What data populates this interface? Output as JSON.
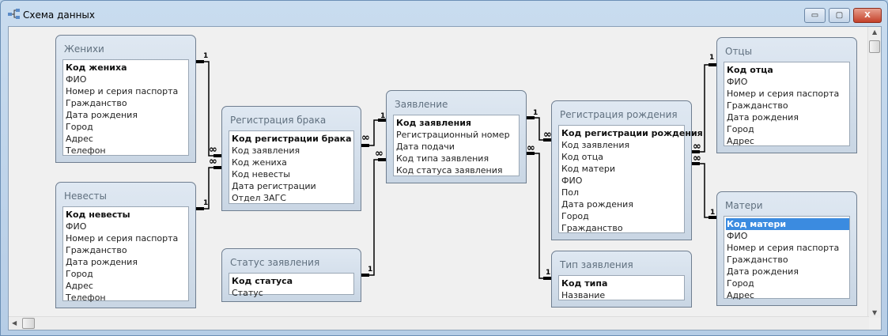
{
  "window": {
    "title": "Схема данных",
    "minimize": "▭",
    "maximize": "▢",
    "close": "X"
  },
  "tables": [
    {
      "id": "zhenikhi",
      "name": "Женихи",
      "fields": [
        "Код жениха",
        "ФИО",
        "Номер и серия паспорта",
        "Гражданство",
        "Дата рождения",
        "Город",
        "Адрес",
        "Телефон"
      ]
    },
    {
      "id": "nevesty",
      "name": "Невесты",
      "fields": [
        "Код невесты",
        "ФИО",
        "Номер и серия паспорта",
        "Гражданство",
        "Дата рождения",
        "Город",
        "Адрес",
        "Телефон"
      ]
    },
    {
      "id": "reg-braka",
      "name": "Регистрация брака",
      "fields": [
        "Код регистрации брака",
        "Код заявления",
        "Код жениха",
        "Код невесты",
        "Дата регистрации",
        "Отдел ЗАГС"
      ]
    },
    {
      "id": "status",
      "name": "Статус заявления",
      "fields": [
        "Код статуса",
        "Статус"
      ]
    },
    {
      "id": "zayavlenie",
      "name": "Заявление",
      "fields": [
        "Код заявления",
        "Регистрационный номер",
        "Дата подачи",
        "Код типа заявления",
        "Код статуса заявления"
      ]
    },
    {
      "id": "reg-rozhd",
      "name": "Регистрация рождения",
      "fields": [
        "Код регистрации рождения",
        "Код заявления",
        "Код отца",
        "Код матери",
        "ФИО",
        "Пол",
        "Дата рождения",
        "Город",
        "Гражданство"
      ]
    },
    {
      "id": "tip",
      "name": "Тип заявления",
      "fields": [
        "Код типа",
        "Название"
      ]
    },
    {
      "id": "ottsy",
      "name": "Отцы",
      "fields": [
        "Код отца",
        "ФИО",
        "Номер и серия паспорта",
        "Гражданство",
        "Дата рождения",
        "Город",
        "Адрес"
      ]
    },
    {
      "id": "materi",
      "name": "Матери",
      "fields": [
        "Код матери",
        "ФИО",
        "Номер и серия паспорта",
        "Гражданство",
        "Дата рождения",
        "Город",
        "Адрес"
      ]
    }
  ],
  "selected_field": "Код матери",
  "relationship_labels": {
    "one": "1",
    "many": "∞"
  }
}
